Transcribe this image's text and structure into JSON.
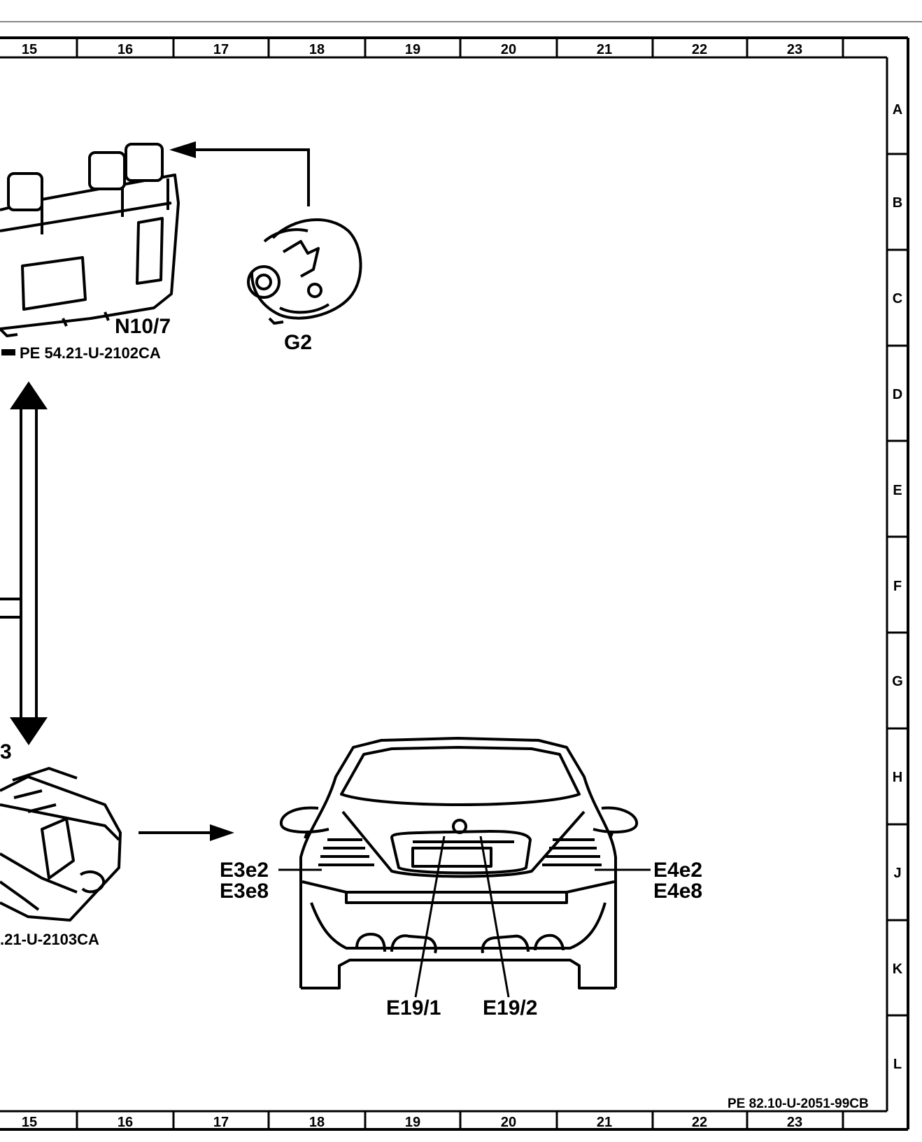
{
  "grid": {
    "columns": [
      "15",
      "16",
      "17",
      "18",
      "19",
      "20",
      "21",
      "22",
      "23"
    ],
    "rows": [
      "A",
      "B",
      "C",
      "D",
      "E",
      "F",
      "G",
      "H",
      "J",
      "K",
      "L"
    ]
  },
  "components": {
    "relay_module": {
      "label": "N10/7",
      "ref": "PE 54.21-U-2102CA"
    },
    "alternator": {
      "label": "G2"
    },
    "lower_module": {
      "partial_label": "3",
      "ref": ".21-U-2103CA"
    }
  },
  "car_rear": {
    "left_lamps": [
      "E3e2",
      "E3e8"
    ],
    "right_lamps": [
      "E4e2",
      "E4e8"
    ],
    "plate_lamps": [
      "E19/1",
      "E19/2"
    ]
  },
  "document_id": "PE 82.10-U-2051-99CB"
}
